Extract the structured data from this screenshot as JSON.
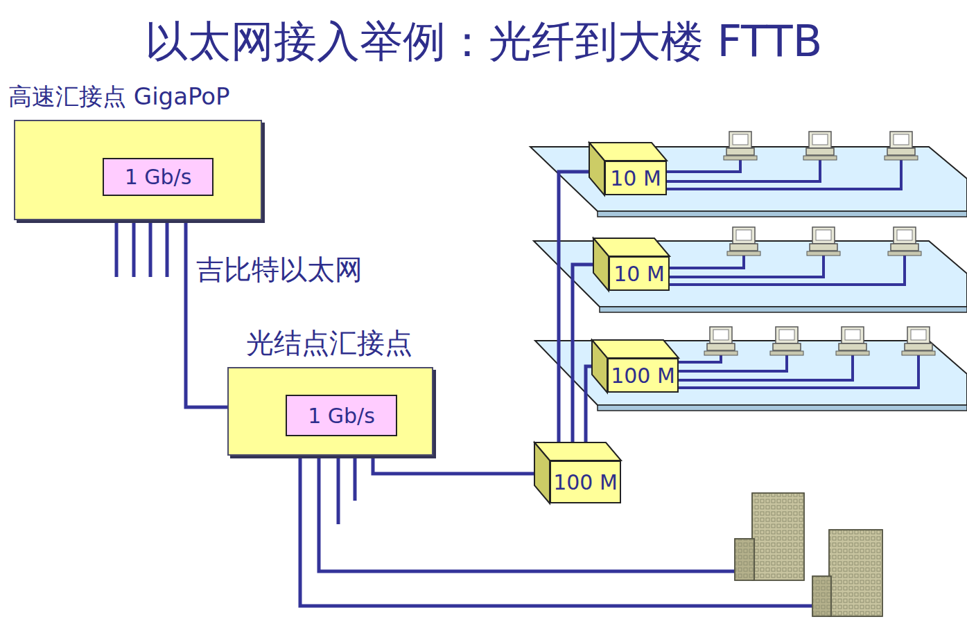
{
  "diagram": {
    "title": "以太网接入举例：光纤到大楼 FTTB",
    "nodes": [
      {
        "text": [
          "高速汇接点 GigaPoP"
        ]
      },
      {
        "text": [
          "1 Gb/s"
        ],
        "in": 0
      },
      {
        "text": [
          "光结点汇接点"
        ]
      },
      {
        "text": [
          "1 Gb/s"
        ],
        "in": 2
      },
      {
        "text": [
          "10 M"
        ]
      },
      {
        "text": [
          "10 M"
        ]
      },
      {
        "text": [
          "100 M"
        ]
      },
      {
        "text": [
          "100 M"
        ]
      }
    ],
    "edges": [
      {
        "from": 1,
        "to": 3,
        "arrow": "none",
        "label": "吉比特以太网"
      },
      {
        "from": 3,
        "to": 7,
        "arrow": "none"
      },
      {
        "from": 7,
        "to": 4,
        "arrow": "none"
      },
      {
        "from": 7,
        "to": 5,
        "arrow": "none"
      },
      {
        "from": 7,
        "to": 6,
        "arrow": "none"
      }
    ]
  }
}
